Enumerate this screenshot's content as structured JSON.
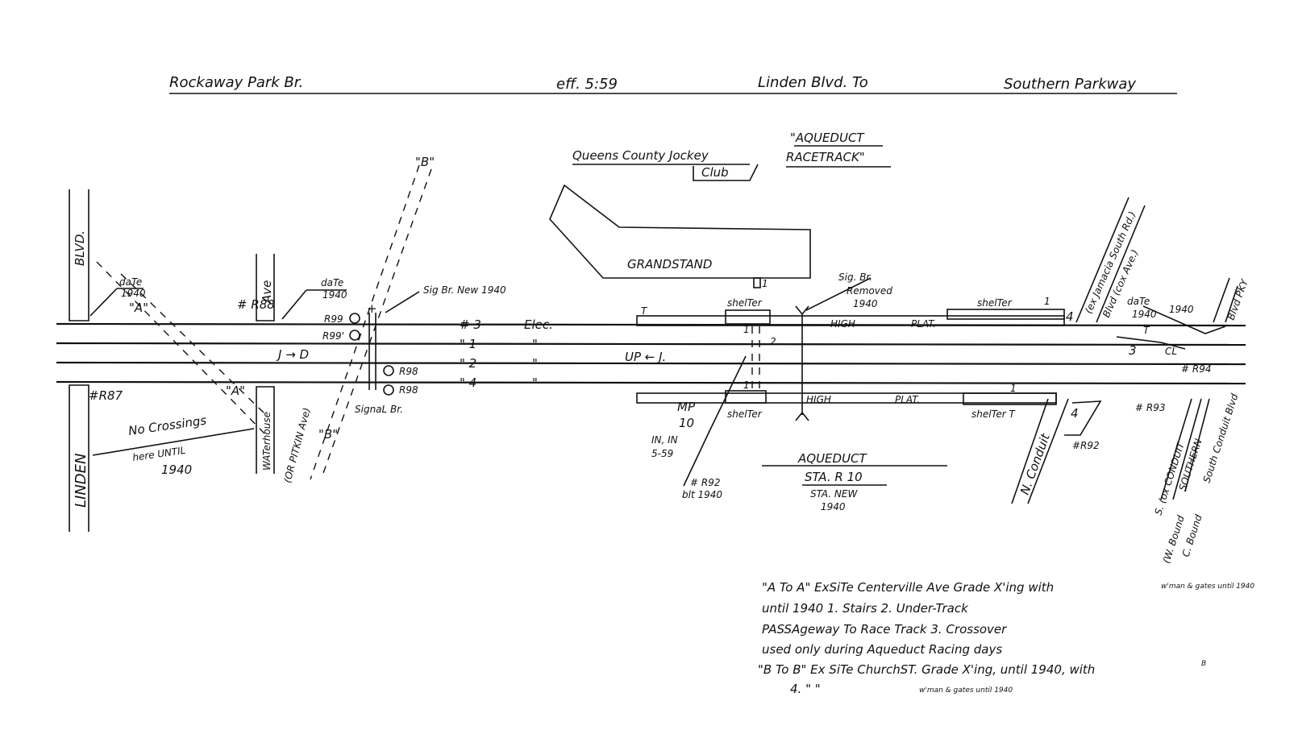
{
  "title": {
    "branch": "Rockaway Park Br.",
    "effective": "eff. 5:59",
    "from": "Linden Blvd. To",
    "to": "Southern Parkway"
  },
  "header_labels": {
    "club": "Queens County Jockey",
    "club2": "Club",
    "aqueduct_top": "\"AQUEDUCT",
    "racetrack": "RACETRACK\"",
    "grandstand": "GRANDSTAND"
  },
  "streets": {
    "blvd": "BLVD.",
    "linden": "LINDEN",
    "ave": "Ave",
    "waterhouse": "WATerhouse",
    "pitkin": "(OR PITKIN Ave)",
    "jamaica": "(ex Jamacia South Rd.)",
    "blvd_cox": "Blvd (cox Ave.)",
    "blvd_pky": "Blvd PKY",
    "n_conduit": "N. Conduit",
    "s_conduit": "S. (ox CONDUIT",
    "southern": "SOUTHERN",
    "south_conduit": "South Conduit Blvd",
    "w_bound": "(W. Bound",
    "c_bound": "C. Bound"
  },
  "tracks": {
    "t3": "# 3",
    "t1": "\" 1",
    "t2": "\" 2",
    "t4": "\" 4",
    "elec": "Elec.",
    "ditto1": "\"",
    "ditto2": "\"",
    "ditto3": "\"",
    "up": "UP ← J.",
    "jd": "J → D"
  },
  "signals": {
    "r87": "#R87",
    "r88": "# R88",
    "r99a": "R99",
    "r99b": "R99'",
    "r98a": "R98",
    "r98b": "R98",
    "r92a": "# R92",
    "r92a_note": "blt 1940",
    "r92b": "#R92",
    "r93": "# R93",
    "r94": "# R94"
  },
  "notes": {
    "date1": "daTe",
    "date1y": "1940",
    "date2": "daTe",
    "date2y": "1940",
    "date3": "daTe",
    "date3y": "1940",
    "date4y": "1940",
    "sigbr_new": "Sig Br. New 1940",
    "sigbr_removed1": "Sig. Br.",
    "sigbr_removed2": "Removed",
    "sigbr_removed3": "1940",
    "signal_br": "SignaL Br.",
    "a1": "\"A\"",
    "a2": "\"A\"",
    "b1": "\"B\"",
    "b2": "\"B\"",
    "no_crossings1": "No Crossings",
    "no_crossings2": "here UNTIL",
    "no_crossings3": "1940",
    "mp": "MP",
    "mp10": "10",
    "inin": "IN, IN",
    "date559": "5-59",
    "shelter1": "shelTer",
    "shelter2": "shelTer",
    "shelter3": "shelTer",
    "shelter4": "shelTer T",
    "high_plat1": "HIGH",
    "plat1": "PLAT.",
    "high_plat2": "HIGH",
    "plat2": "PLAT.",
    "one_a": "1",
    "one_b": "1",
    "one_c": "1",
    "one_d": "1",
    "one_e": "1",
    "two": "2",
    "three": "3",
    "four_a": "4",
    "four_b": "4",
    "t_a": "T",
    "t_b": "T",
    "cl": "CL",
    "station": "AQUEDUCT",
    "station_code": "STA. R 10",
    "sta_new": "STA. NEW",
    "sta_new_y": "1940"
  },
  "legend": {
    "line1": "\"A To A\" ExSiTe Centerville Ave Grade X'ing with",
    "line1b": "w'man & gates until 1940",
    "line2": "until 1940    1. Stairs   2. Under-Track",
    "line3": "PASSAgeway To Race Track  3. Crossover",
    "line4": "used only during  Aqueduct Racing days",
    "line5": "\"B To B\"  Ex SiTe ChurchST. Grade X'ing, until 1940, with",
    "line5b": "B",
    "line6": "4.  \"   \"",
    "line6b": "w'man & gates until 1940"
  }
}
